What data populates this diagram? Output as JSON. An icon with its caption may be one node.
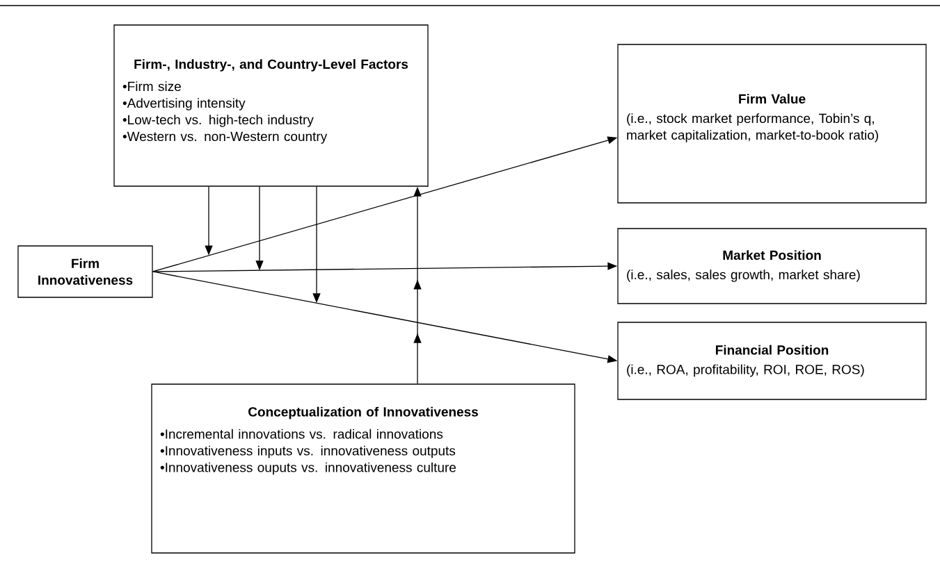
{
  "diagram": {
    "nodes": [
      {
        "text": [
          "Firm-, Industry-, and Country-Level Factors",
          "•Firm size",
          "•Advertising intensity",
          "•Low-tech vs. high-tech industry",
          "•Western vs. non-Western country"
        ]
      },
      {
        "text": [
          "Firm Innovativeness"
        ]
      },
      {
        "text": [
          "Firm Value",
          "(i.e., stock market performance, Tobin’s q, market capitalization, market-to-book ratio)"
        ]
      },
      {
        "text": [
          "Market Position",
          "(i.e., sales, sales growth, market share)"
        ]
      },
      {
        "text": [
          "Financial Position",
          "(i.e., ROA, profitability, ROI, ROE, ROS)"
        ]
      },
      {
        "text": [
          "Conceptualization of Innovativeness",
          "•Incremental innovations vs. radical innovations",
          "•Innovativeness inputs vs. innovativeness outputs",
          "•Innovativeness ouputs vs. innovativeness culture"
        ]
      }
    ],
    "edges": [
      {
        "from": 1,
        "to": 2,
        "arrow": "to"
      },
      {
        "from": 1,
        "to": 3,
        "arrow": "to"
      },
      {
        "from": 1,
        "to": 4,
        "arrow": "to"
      },
      {
        "from": 0,
        "to": null,
        "arrow": "to"
      },
      {
        "from": 0,
        "to": null,
        "arrow": "to"
      },
      {
        "from": 0,
        "to": null,
        "arrow": "to"
      },
      {
        "from": 5,
        "to": 0,
        "arrow": "to"
      }
    ]
  }
}
